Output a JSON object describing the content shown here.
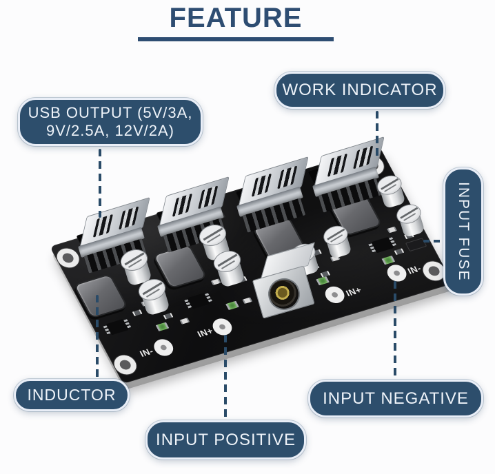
{
  "title": {
    "text": "FEATURE"
  },
  "callouts": {
    "usb_output": {
      "line1": "USB OUTPUT (5V/3A,",
      "line2": "9V/2.5A, 12V/2A)"
    },
    "work_indicator": {
      "label": "WORK INDICATOR"
    },
    "input_fuse": {
      "label": "INPUT FUSE"
    },
    "inductor": {
      "label": "INDUCTOR"
    },
    "input_negative": {
      "label": "INPUT NEGATIVE"
    },
    "input_positive": {
      "label": "INPUT POSITIVE"
    }
  },
  "board": {
    "pads": [
      {
        "label": "IN-"
      },
      {
        "label": "IN+"
      },
      {
        "label": "IN+"
      },
      {
        "label": "IN-"
      }
    ],
    "usb_port_count": 4
  },
  "colors": {
    "callout_bg": "#2d4e6c",
    "callout_text": "#eef3f9",
    "title": "#2e4d72",
    "leader_line": "#2a4b68",
    "board": "#131314"
  }
}
